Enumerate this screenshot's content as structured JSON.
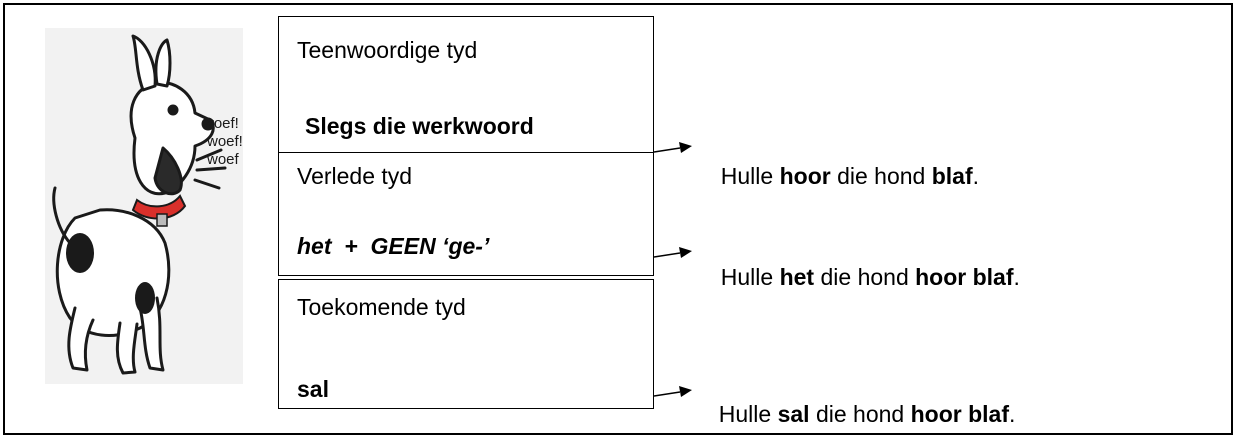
{
  "illustration": {
    "name": "barking-dog",
    "sound_words": [
      "woef!",
      "woef!",
      "woef"
    ]
  },
  "tenses": [
    {
      "heading": "Teenwoordige tyd",
      "rule": "Slegs die werkwoord",
      "example": [
        {
          "text": "Hulle ",
          "bold": false
        },
        {
          "text": "hoor",
          "bold": true
        },
        {
          "text": " die hond ",
          "bold": false
        },
        {
          "text": "blaf",
          "bold": true
        },
        {
          "text": ".",
          "bold": false
        }
      ]
    },
    {
      "heading": "Verlede tyd",
      "rule": "het  +  GEEN ‘ge-’",
      "example": [
        {
          "text": "Hulle ",
          "bold": false
        },
        {
          "text": "het",
          "bold": true
        },
        {
          "text": " die hond ",
          "bold": false
        },
        {
          "text": "hoor blaf",
          "bold": true
        },
        {
          "text": ".",
          "bold": false
        }
      ]
    },
    {
      "heading": "Toekomende tyd",
      "rule": "sal",
      "example": [
        {
          "text": "Hulle ",
          "bold": false
        },
        {
          "text": "sal",
          "bold": true
        },
        {
          "text": " die hond ",
          "bold": false
        },
        {
          "text": "hoor blaf",
          "bold": true
        },
        {
          "text": ".",
          "bold": false
        }
      ]
    }
  ]
}
